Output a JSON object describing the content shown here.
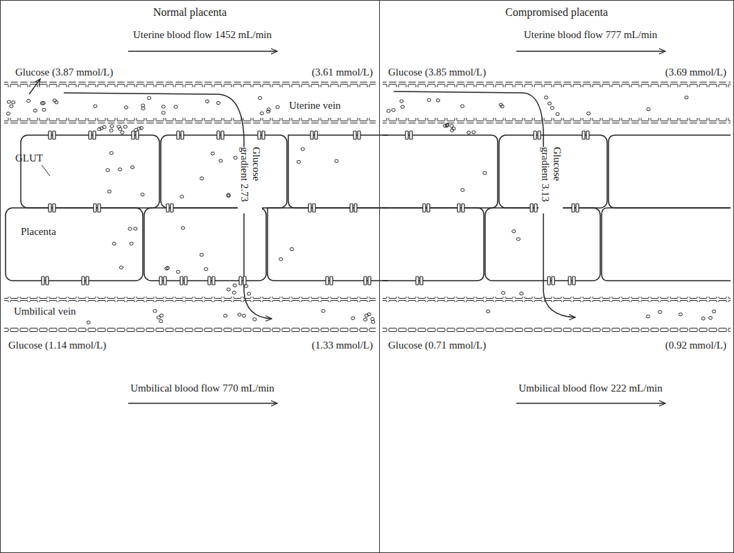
{
  "diagram": {
    "nodes": [
      {
        "text": [
          "Normal placenta"
        ]
      },
      {
        "text": [
          "Compromised placenta"
        ]
      }
    ],
    "labels": [
      "Uterine blood flow 1452 mL/min",
      "Glucose (3.87 mmol/L)",
      "(3.61 mmol/L)",
      "Uterine vein",
      "GLUT",
      "Glucose gradient 2.73",
      "Placenta",
      "Umbilical vein",
      "Glucose (1.14 mmol/L)",
      "(1.33 mmol/L)",
      "Umbilical blood flow 770 mL/min",
      "Uterine blood flow 777 mL/min",
      "Glucose (3.85 mmol/L)",
      "(3.69 mmol/L)",
      "Glucose gradient 3.13",
      "Glucose (0.71 mmol/L)",
      "(0.92 mmol/L)",
      "Umbilical blood flow 222 mL/min"
    ]
  }
}
